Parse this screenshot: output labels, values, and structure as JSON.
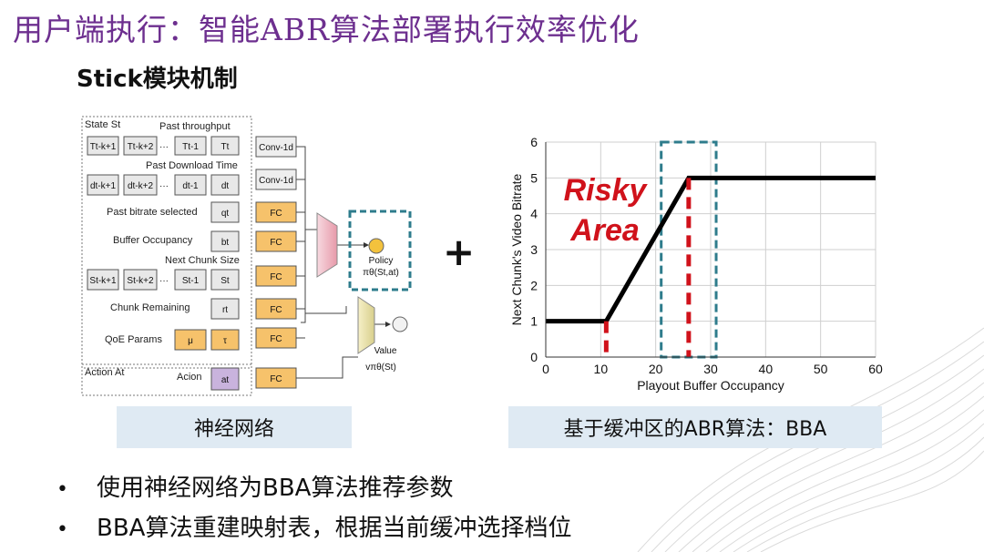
{
  "title": "用户端执行：智能ABR算法部署执行效率优化",
  "subtitle": "Stick模块机制",
  "nn": {
    "state_label": "State St",
    "past_throughput": "Past throughput",
    "t_cells": [
      "Tt-k+1",
      "Tt-k+2",
      "Tt-1",
      "Tt"
    ],
    "past_download_time": "Past Download Time",
    "d_cells": [
      "dt-k+1",
      "dt-k+2",
      "dt-1",
      "dt"
    ],
    "ellipsis": "···",
    "past_bitrate": "Past bitrate selected",
    "q_cell": "qt",
    "buffer_occupancy": "Buffer Occupancy",
    "b_cell": "bt",
    "next_chunk_size": "Next Chunk Size",
    "s_cells": [
      "St-k+1",
      "St-k+2",
      "St-1",
      "St"
    ],
    "chunk_remaining": "Chunk  Remaining",
    "r_cell": "rt",
    "qoe_params": "QoE Params",
    "mu": "μ",
    "tau": "τ",
    "action_label": "Action At",
    "acion": "Acion",
    "a_cell": "at",
    "layers": [
      "Conv-1d",
      "Conv-1d",
      "FC",
      "FC",
      "FC",
      "FC",
      "FC",
      "FC"
    ],
    "policy": "Policy",
    "policy_formula": "πθ(St,at)",
    "value": "Value",
    "value_formula": "vπθ(St)"
  },
  "plus": "+",
  "chart_data": {
    "type": "line",
    "xlabel": "Playout Buffer Occupancy",
    "ylabel": "Next Chunk's Video Bitrate",
    "xlim": [
      0,
      60
    ],
    "ylim": [
      0,
      6
    ],
    "xticks": [
      "0",
      "10",
      "20",
      "30",
      "40",
      "50",
      "60"
    ],
    "yticks": [
      "0",
      "1",
      "2",
      "3",
      "4",
      "5",
      "6"
    ],
    "grid": true,
    "x": [
      0,
      11,
      26,
      60
    ],
    "y": [
      1,
      1,
      5,
      5
    ],
    "line_color": "#000000",
    "reservoir_x": 11,
    "cushion_x": 26,
    "marker_color": "#d0121b",
    "risky_area": {
      "x_range": [
        21,
        31
      ],
      "color": "#2e7c8c"
    },
    "annotation": [
      "Risky",
      "Area"
    ],
    "annotation_color": "#d0121b"
  },
  "captions": {
    "left": "神经网络",
    "right": "基于缓冲区的ABR算法：BBA"
  },
  "bullets": [
    "使用神经网络为BBA算法推荐参数",
    "BBA算法重建映射表，根据当前缓冲选择档位"
  ],
  "bullet_symbol": "•"
}
